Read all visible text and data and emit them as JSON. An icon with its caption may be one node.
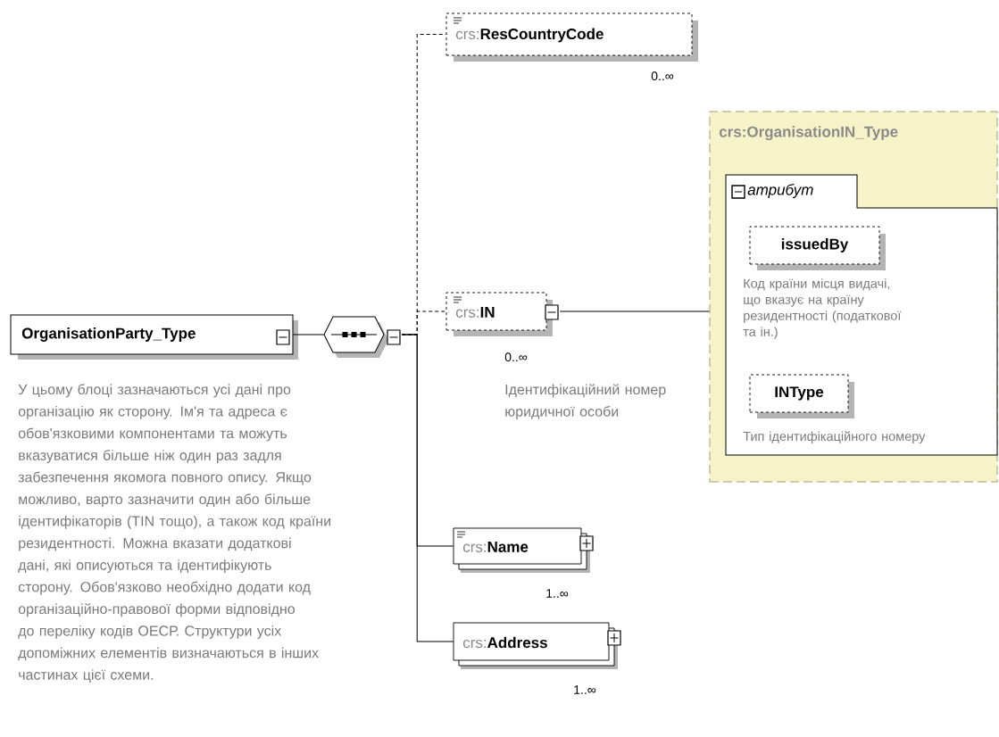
{
  "diagram": {
    "nodes": [
      {
        "text": [
          "OrganisationParty_Type"
        ],
        "beside": [
          "У цьому блоці зазначаються усі дані про організацію як сторону. Ім'я та адреса є обов'язковими компонентами та можуть вказуватися більше ніж один раз задля забезпечення якомога повного опису. Якщо можливо, варто зазначити один або більше ідентифікаторів (TIN тощо), а також код країни резидентності. Можна вказати додаткові дані, які описуються та ідентифікують сторону. Обов'язково необхідно додати код організаційно-правової форми відповідно до переліку кодів ОЕСР. Структури усіх допоміжних елементів визначаються в інших частинах цієї схеми."
        ]
      },
      {
        "text": [],
        "shape": "octagon"
      },
      {
        "text": [
          "crs:**ResCountryCode**"
        ],
        "beside": [
          "0..∞"
        ]
      },
      {
        "text": [
          "crs:**IN**"
        ],
        "beside": [
          "0..∞",
          "Ідентифікаційний номер юридичної особи"
        ]
      },
      {
        "text": [
          "crs:OrganisationIN_Type"
        ]
      },
      {
        "text": [
          "атрибут"
        ],
        "in": 4
      },
      {
        "text": [
          "issuedBy"
        ],
        "in": 5,
        "beside": [
          "Код країни місця видачі, що вказує на країну резидентності (податкової та ін.)"
        ]
      },
      {
        "text": [
          "INType"
        ],
        "in": 5,
        "beside": [
          "Тип ідентифікаційного номеру"
        ]
      },
      {
        "text": [
          "crs:**Name**"
        ],
        "beside": [
          "1..∞"
        ]
      },
      {
        "text": [
          "crs:**Address**"
        ],
        "beside": [
          "1..∞"
        ]
      }
    ],
    "edges": [
      {
        "from": 0,
        "to": 1,
        "arrow": "none"
      },
      {
        "from": 1,
        "to": 2,
        "arrow": "none",
        "style": "dashed"
      },
      {
        "from": 1,
        "to": 3,
        "arrow": "none",
        "style": "dashed"
      },
      {
        "from": 3,
        "to": 4,
        "arrow": "none"
      },
      {
        "from": 1,
        "to": 8,
        "arrow": "none"
      },
      {
        "from": 1,
        "to": 9,
        "arrow": "none"
      }
    ]
  }
}
